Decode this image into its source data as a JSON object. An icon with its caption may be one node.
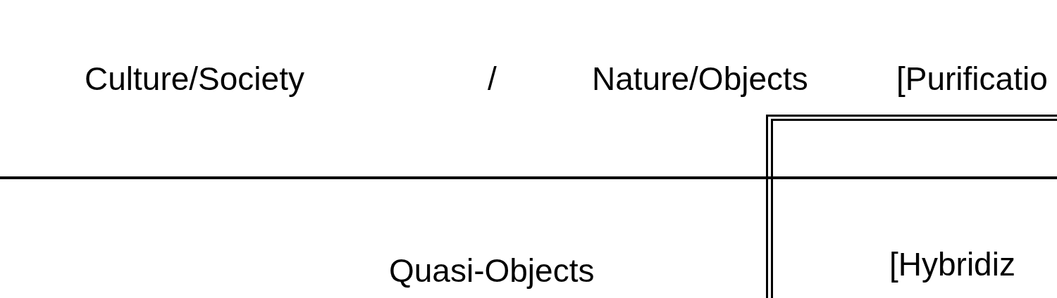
{
  "diagram": {
    "nodes": [
      {
        "text": [
          "[Hybridiz"
        ]
      }
    ],
    "labels": [
      "Culture/Society",
      "/",
      "Nature/Objects",
      "[Purificatio",
      "Quasi-Objects"
    ]
  }
}
